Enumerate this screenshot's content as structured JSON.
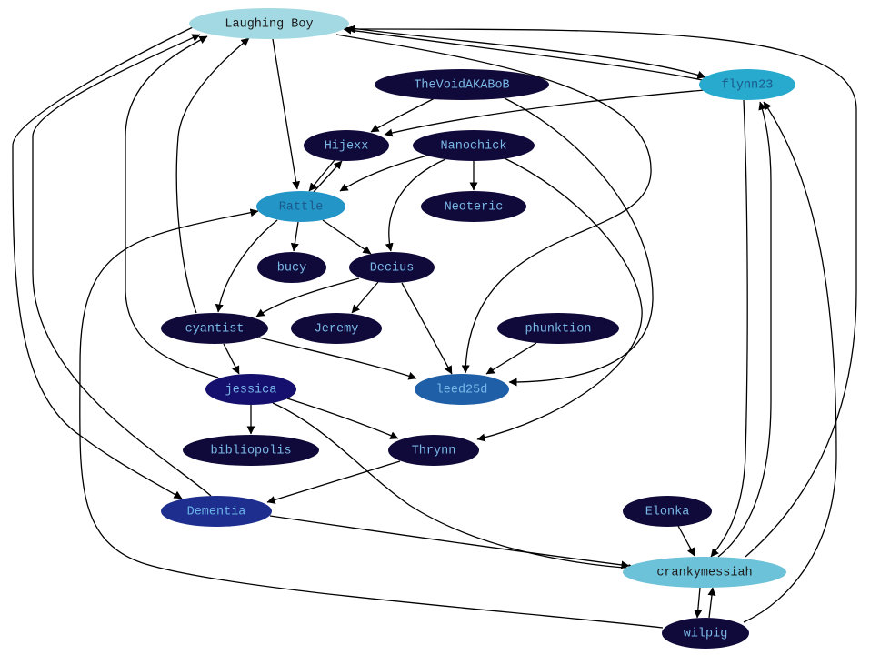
{
  "nodes": [
    {
      "id": "laughing_boy",
      "label": "Laughing Boy",
      "fill": "#a3d9e3",
      "text": "#1a1a1a"
    },
    {
      "id": "thevoid",
      "label": "TheVoidAKABoB",
      "fill": "#0f0a3a",
      "text": "#7ab8e8"
    },
    {
      "id": "flynn23",
      "label": "flynn23",
      "fill": "#27aacd",
      "text": "#1c5a8c"
    },
    {
      "id": "hijexx",
      "label": "Hijexx",
      "fill": "#0f0a3a",
      "text": "#7ab8e8"
    },
    {
      "id": "nanochick",
      "label": "Nanochick",
      "fill": "#0f0a3a",
      "text": "#7ab8e8"
    },
    {
      "id": "rattle",
      "label": "Rattle",
      "fill": "#2395c6",
      "text": "#1c5a8c"
    },
    {
      "id": "neoteric",
      "label": "Neoteric",
      "fill": "#0f0a3a",
      "text": "#7ab8e8"
    },
    {
      "id": "bucy",
      "label": "bucy",
      "fill": "#0f0a3a",
      "text": "#7ab8e8"
    },
    {
      "id": "decius",
      "label": "Decius",
      "fill": "#0f0a3a",
      "text": "#7ab8e8"
    },
    {
      "id": "cyantist",
      "label": "cyantist",
      "fill": "#0f0a3a",
      "text": "#7ab8e8"
    },
    {
      "id": "jeremy",
      "label": "Jeremy",
      "fill": "#0f0a3a",
      "text": "#7ab8e8"
    },
    {
      "id": "phunktion",
      "label": "phunktion",
      "fill": "#0f0a3a",
      "text": "#7ab8e8"
    },
    {
      "id": "jessica",
      "label": "jessica",
      "fill": "#150f6e",
      "text": "#7ab8e8"
    },
    {
      "id": "leed25d",
      "label": "leed25d",
      "fill": "#1f5fa8",
      "text": "#7ab8e8"
    },
    {
      "id": "bibliopolis",
      "label": "bibliopolis",
      "fill": "#0f0a3a",
      "text": "#7ab8e8"
    },
    {
      "id": "thrynn",
      "label": "Thrynn",
      "fill": "#0f0a3a",
      "text": "#7ab8e8"
    },
    {
      "id": "dementia",
      "label": "Dementia",
      "fill": "#1d2e8f",
      "text": "#6ab4e6"
    },
    {
      "id": "elonka",
      "label": "Elonka",
      "fill": "#0f0a3a",
      "text": "#7ab8e8"
    },
    {
      "id": "crankymessiah",
      "label": "crankymessiah",
      "fill": "#6cc2d8",
      "text": "#1a1a1a"
    },
    {
      "id": "wilpig",
      "label": "wilpig",
      "fill": "#0f0a3a",
      "text": "#7ab8e8"
    }
  ],
  "edges": [
    {
      "from": "laughing_boy",
      "to": "rattle"
    },
    {
      "from": "laughing_boy",
      "to": "flynn23"
    },
    {
      "from": "flynn23",
      "to": "laughing_boy"
    },
    {
      "from": "laughing_boy",
      "to": "leed25d"
    },
    {
      "from": "laughing_boy",
      "to": "dementia"
    },
    {
      "from": "dementia",
      "to": "laughing_boy"
    },
    {
      "from": "crankymessiah",
      "to": "laughing_boy"
    },
    {
      "from": "cyantist",
      "to": "laughing_boy"
    },
    {
      "from": "jessica",
      "to": "laughing_boy"
    },
    {
      "from": "thevoid",
      "to": "hijexx"
    },
    {
      "from": "thevoid",
      "to": "leed25d"
    },
    {
      "from": "flynn23",
      "to": "hijexx"
    },
    {
      "from": "flynn23",
      "to": "crankymessiah"
    },
    {
      "from": "crankymessiah",
      "to": "flynn23"
    },
    {
      "from": "wilpig",
      "to": "flynn23"
    },
    {
      "from": "hijexx",
      "to": "rattle"
    },
    {
      "from": "rattle",
      "to": "hijexx"
    },
    {
      "from": "nanochick",
      "to": "rattle"
    },
    {
      "from": "nanochick",
      "to": "neoteric"
    },
    {
      "from": "nanochick",
      "to": "decius"
    },
    {
      "from": "nanochick",
      "to": "thrynn"
    },
    {
      "from": "rattle",
      "to": "bucy"
    },
    {
      "from": "rattle",
      "to": "decius"
    },
    {
      "from": "rattle",
      "to": "cyantist"
    },
    {
      "from": "wilpig",
      "to": "rattle"
    },
    {
      "from": "decius",
      "to": "cyantist"
    },
    {
      "from": "decius",
      "to": "jeremy"
    },
    {
      "from": "decius",
      "to": "leed25d"
    },
    {
      "from": "cyantist",
      "to": "jessica"
    },
    {
      "from": "cyantist",
      "to": "leed25d"
    },
    {
      "from": "phunktion",
      "to": "leed25d"
    },
    {
      "from": "jessica",
      "to": "bibliopolis"
    },
    {
      "from": "jessica",
      "to": "thrynn"
    },
    {
      "from": "jessica",
      "to": "crankymessiah"
    },
    {
      "from": "thrynn",
      "to": "dementia"
    },
    {
      "from": "dementia",
      "to": "crankymessiah"
    },
    {
      "from": "elonka",
      "to": "crankymessiah"
    },
    {
      "from": "crankymessiah",
      "to": "wilpig"
    },
    {
      "from": "wilpig",
      "to": "crankymessiah"
    }
  ]
}
